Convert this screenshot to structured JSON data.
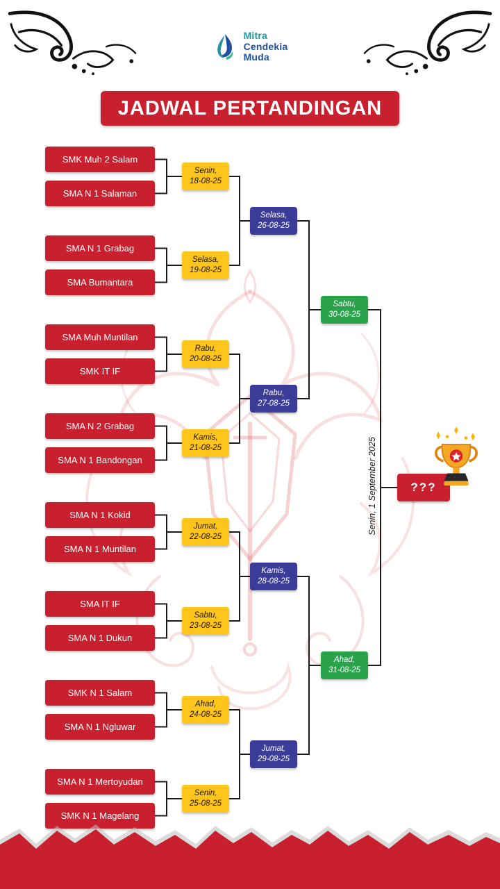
{
  "logo": {
    "line1": "Mitra",
    "line2": "Cendekia",
    "line3": "Muda"
  },
  "title": "JADWAL PERTANDINGAN",
  "bracket": {
    "r1": [
      {
        "t1": "SMK Muh 2 Salam",
        "t2": "SMA N 1 Salaman",
        "day": "Senin,",
        "date": "18-08-25"
      },
      {
        "t1": "SMA N 1 Grabag",
        "t2": "SMA Bumantara",
        "day": "Selasa,",
        "date": "19-08-25"
      },
      {
        "t1": "SMA Muh Muntilan",
        "t2": "SMK IT IF",
        "day": "Rabu,",
        "date": "20-08-25"
      },
      {
        "t1": "SMA N 2 Grabag",
        "t2": "SMA N 1 Bandongan",
        "day": "Kamis,",
        "date": "21-08-25"
      },
      {
        "t1": "SMA N 1 Kokid",
        "t2": "SMA N 1 Muntilan",
        "day": "Jumat,",
        "date": "22-08-25"
      },
      {
        "t1": "SMA IT IF",
        "t2": "SMA N 1 Dukun",
        "day": "Sabtu,",
        "date": "23-08-25"
      },
      {
        "t1": "SMK N 1 Salam",
        "t2": "SMA N 1 Ngluwar",
        "day": "Ahad,",
        "date": "24-08-25"
      },
      {
        "t1": "SMA N 1 Mertoyudan",
        "t2": "SMK N 1 Magelang",
        "day": "Senin,",
        "date": "25-08-25"
      }
    ],
    "r2": [
      {
        "day": "Selasa,",
        "date": "26-08-25"
      },
      {
        "day": "Rabu,",
        "date": "27-08-25"
      },
      {
        "day": "Kamis,",
        "date": "28-08-25"
      },
      {
        "day": "Jumat,",
        "date": "29-08-25"
      }
    ],
    "r3": [
      {
        "day": "Sabtu,",
        "date": "30-08-25"
      },
      {
        "day": "Ahad,",
        "date": "31-08-25"
      }
    ],
    "final": {
      "label": "???",
      "note": "Senin, 1 September 2025"
    }
  },
  "colors": {
    "red": "#C8202E",
    "yellow": "#FFC51A",
    "blue": "#3B3B98",
    "green": "#2AA24C"
  }
}
